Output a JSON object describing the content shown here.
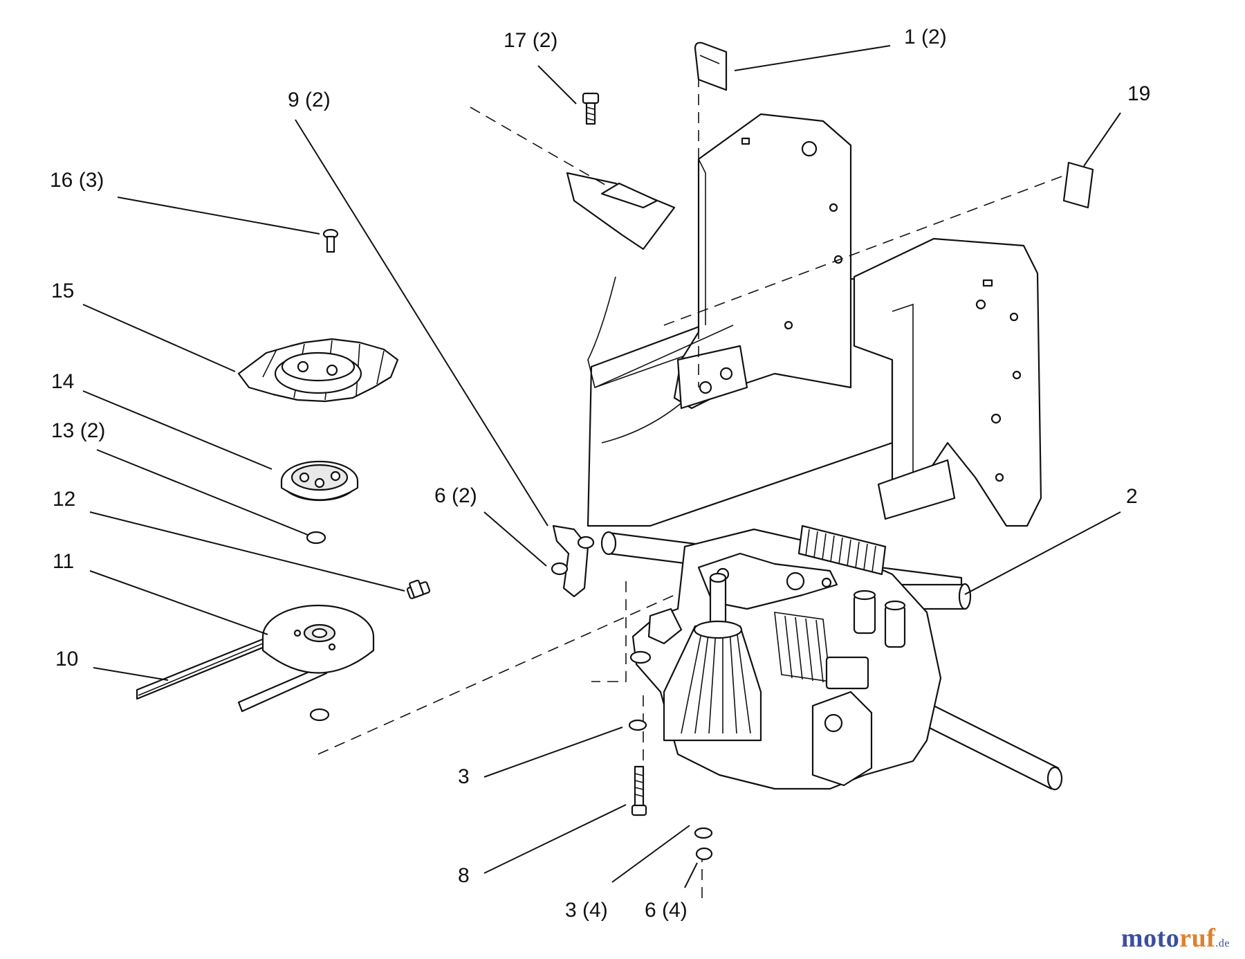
{
  "callouts": [
    {
      "id": "c1",
      "label": "1 (2)"
    },
    {
      "id": "c2",
      "label": "2"
    },
    {
      "id": "c3a",
      "label": "3"
    },
    {
      "id": "c3b",
      "label": "3 (4)"
    },
    {
      "id": "c6a",
      "label": "6 (2)"
    },
    {
      "id": "c6b",
      "label": "6 (4)"
    },
    {
      "id": "c8",
      "label": "8"
    },
    {
      "id": "c9",
      "label": "9 (2)"
    },
    {
      "id": "c10",
      "label": "10"
    },
    {
      "id": "c11",
      "label": "11"
    },
    {
      "id": "c12",
      "label": "12"
    },
    {
      "id": "c13",
      "label": "13 (2)"
    },
    {
      "id": "c14",
      "label": "14"
    },
    {
      "id": "c15",
      "label": "15"
    },
    {
      "id": "c16",
      "label": "16 (3)"
    },
    {
      "id": "c17",
      "label": "17 (2)"
    },
    {
      "id": "c19",
      "label": "19"
    }
  ],
  "watermark": {
    "part1": "moto",
    "part2": "ruf",
    "tld": ".de"
  }
}
